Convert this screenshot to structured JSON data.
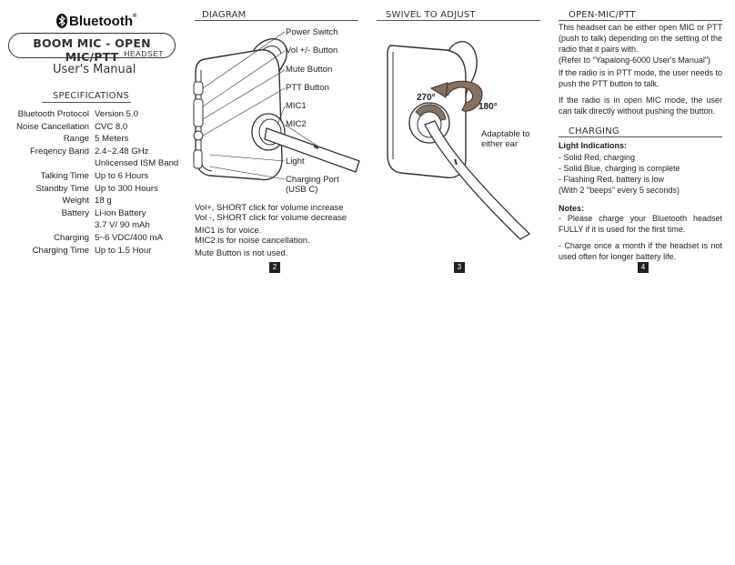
{
  "panel1": {
    "brand": "Bluetooth",
    "product_title": "BOOM MIC - OPEN MIC/PTT",
    "product_sub": "HEADSET",
    "manual": "User's Manual",
    "specs_heading": "SPECIFICATIONS",
    "specs": [
      {
        "label": "Bluetooth Protocol",
        "value": "Version 5.0"
      },
      {
        "label": "Noise Cancellation",
        "value": "CVC 8.0"
      },
      {
        "label": "Range",
        "value": "5 Meters"
      },
      {
        "label": "Freqency Band",
        "value": "2.4~2.48 GHz"
      },
      {
        "label": "",
        "value": "Unlicensed ISM Band"
      },
      {
        "label": "Talking Time",
        "value": "Up to 6 Hours"
      },
      {
        "label": "Standby Time",
        "value": "Up to 300 Hours"
      },
      {
        "label": "Weight",
        "value": "18 g"
      },
      {
        "label": "Battery",
        "value": "Li-ion Battery"
      },
      {
        "label": "",
        "value": "3.7 V/ 90 mAh"
      },
      {
        "label": "Charging",
        "value": "5~6 VDC/400 mA"
      },
      {
        "label": "Charging Time",
        "value": "Up to 1.5 Hour"
      }
    ]
  },
  "panel2": {
    "heading": "DIAGRAM",
    "labels": {
      "power": "Power Switch",
      "vol": "Vol +/- Button",
      "mute": "Mute Button",
      "ptt": "PTT Button",
      "mic1": "MIC1",
      "mic2": "MIC2",
      "light": "Light",
      "charging1": "Charging Port",
      "charging2": "(USB C)"
    },
    "notes": [
      "Vol+, SHORT click for volume increase",
      "Vol -, SHORT click for volume decrease",
      "MIC1 is for voice.",
      "MIC2 is for noise cancellation.",
      "Mute Button is not used."
    ],
    "page": "2"
  },
  "panel3": {
    "heading": "SWIVEL TO ADJUST",
    "angle1": "270°",
    "angle2": "180°",
    "adapt1": "Adaptable to",
    "adapt2": "either ear",
    "page": "3",
    "arrow_color": "#8a7060"
  },
  "panel4": {
    "heading1": "OPEN-MIC/PTT",
    "para1": "This headset can be either open MIC or PTT (push to talk) depending on the setting of the radio that it pairs with.",
    "para1b": "(Refer to \"Yapalong-6000 User's Manual\")",
    "para2": "If the radio is in PTT mode, the user needs to push the PTT button to talk.",
    "para3": "If the radio is in open MIC mode, the user can talk directly without pushing the button.",
    "heading2": "CHARGING",
    "light_title": "Light Indications:",
    "lights": [
      "- Solid Red, charging",
      "- Solid Blue, charging is complete",
      "- Flashing Red, battery is low",
      "(With 2 \"beeps\" every 5 seconds)"
    ],
    "notes_title": "Notes:",
    "note1": "- Please charge your Bluetooth headset FULLY if it is used for the first time.",
    "note2": "- Charge once a month if the headset is not used often for longer battery life.",
    "page": "4"
  }
}
